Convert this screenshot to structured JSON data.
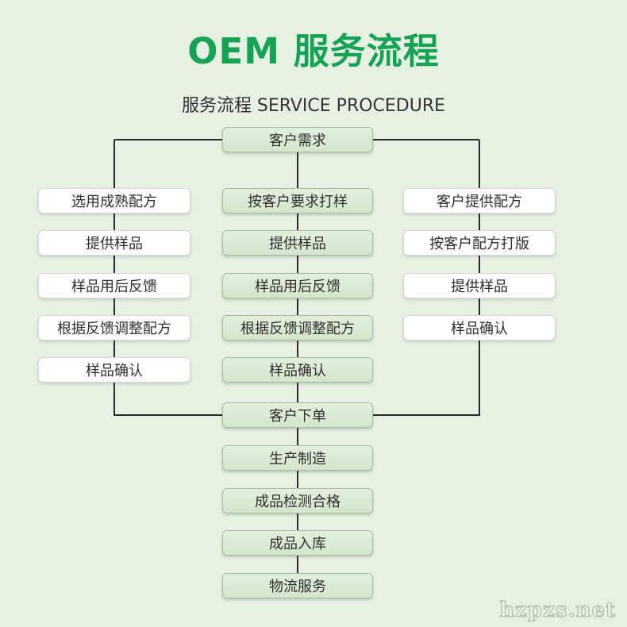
{
  "header": {
    "title": "OEM 服务流程",
    "subtitle": "服务流程 SERVICE PROCEDURE"
  },
  "colors": {
    "background": "#e6f0e3",
    "title_green": "#17a356",
    "green_box_fill": "#d9e8d2",
    "green_box_border": "#a9bea5",
    "white_box_fill": "#ffffff",
    "white_box_border": "#d6dbd2",
    "connector_line": "#2b2b2b",
    "box_text": "#2f2f2f"
  },
  "flow": {
    "start": "客户需求",
    "left_column": [
      "选用成熟配方",
      "提供样品",
      "样品用后反馈",
      "根据反馈调整配方",
      "样品确认"
    ],
    "middle_column": [
      "按客户要求打样",
      "提供样品",
      "样品用后反馈",
      "根据反馈调整配方",
      "样品确认"
    ],
    "right_column": [
      "客户提供配方",
      "按客户配方打版",
      "提供样品",
      "样品确认"
    ],
    "bottom_column": [
      "客户下单",
      "生产制造",
      "成品检测合格",
      "成品入库",
      "物流服务"
    ]
  },
  "watermark": "hzpzs.net"
}
